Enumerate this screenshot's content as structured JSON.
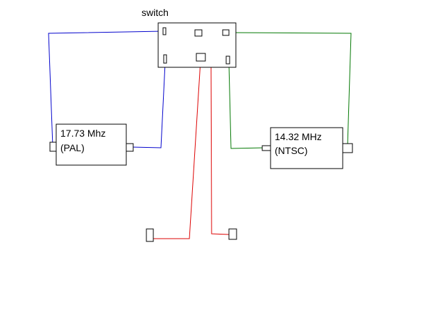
{
  "switch": {
    "label": "switch"
  },
  "pal_oscillator": {
    "line1": "17.73 Mhz",
    "line2": "(PAL)"
  },
  "ntsc_oscillator": {
    "line1": "14.32 MHz",
    "line2": "(NTSC)"
  },
  "wire_colors": {
    "pal": "#0000cc",
    "ntsc": "#007700",
    "output": "#dd0000"
  }
}
